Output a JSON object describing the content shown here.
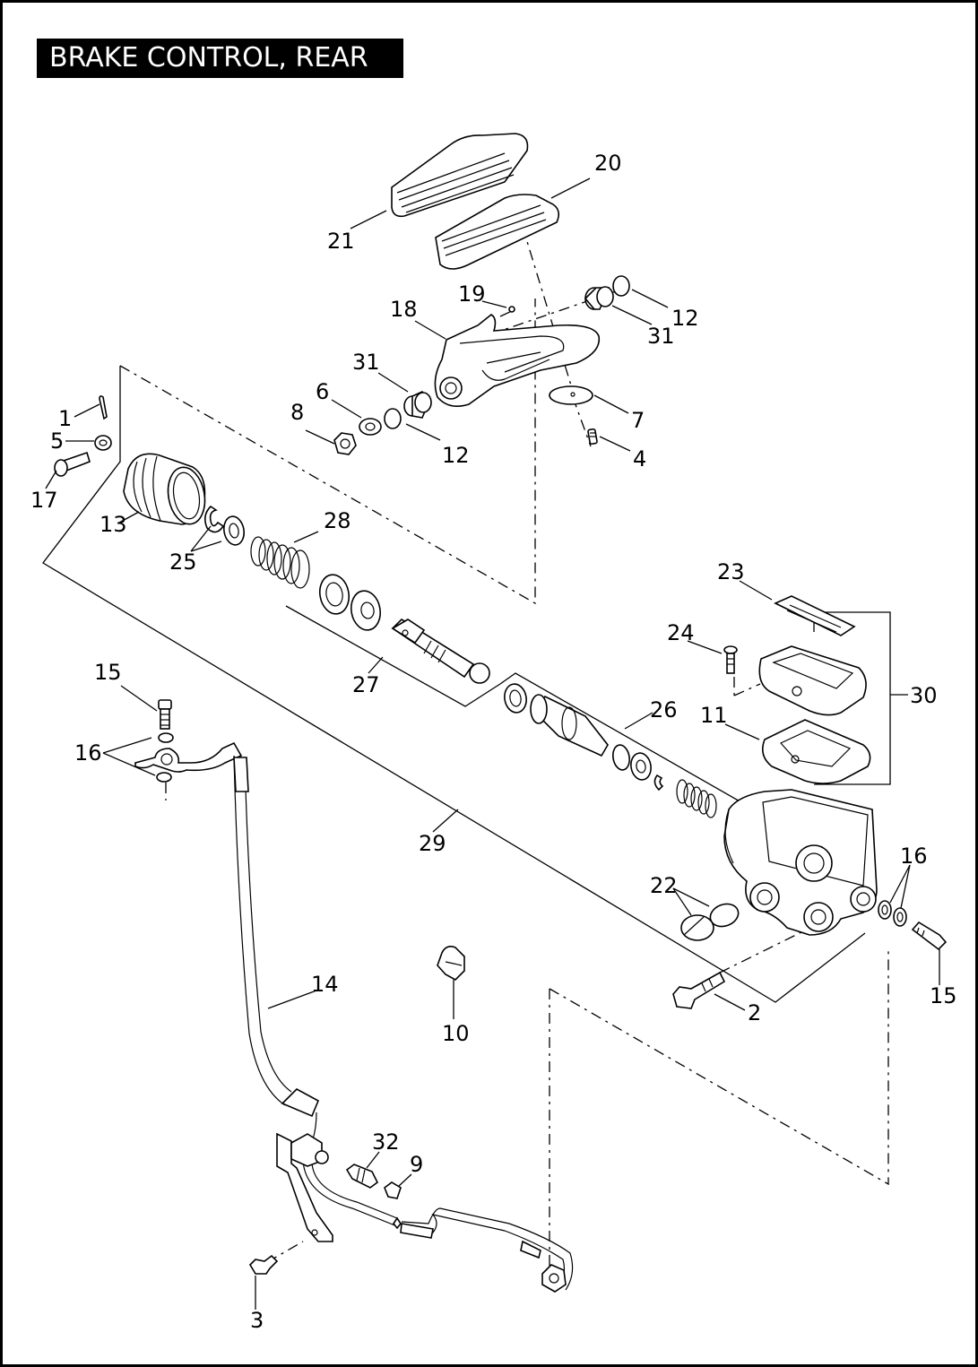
{
  "title": "BRAKE CONTROL, REAR",
  "callouts": {
    "c1": "1",
    "c2": "2",
    "c3": "3",
    "c4": "4",
    "c5": "5",
    "c6": "6",
    "c7": "7",
    "c8": "8",
    "c9": "9",
    "c10": "10",
    "c11": "11",
    "c12a": "12",
    "c12b": "12",
    "c13": "13",
    "c14": "14",
    "c15a": "15",
    "c15b": "15",
    "c16a": "16",
    "c16b": "16",
    "c17": "17",
    "c18": "18",
    "c19": "19",
    "c20": "20",
    "c21": "21",
    "c22": "22",
    "c23": "23",
    "c24": "24",
    "c25": "25",
    "c26": "26",
    "c27": "27",
    "c28": "28",
    "c29": "29",
    "c30": "30",
    "c31a": "31",
    "c31b": "31",
    "c32": "32"
  }
}
